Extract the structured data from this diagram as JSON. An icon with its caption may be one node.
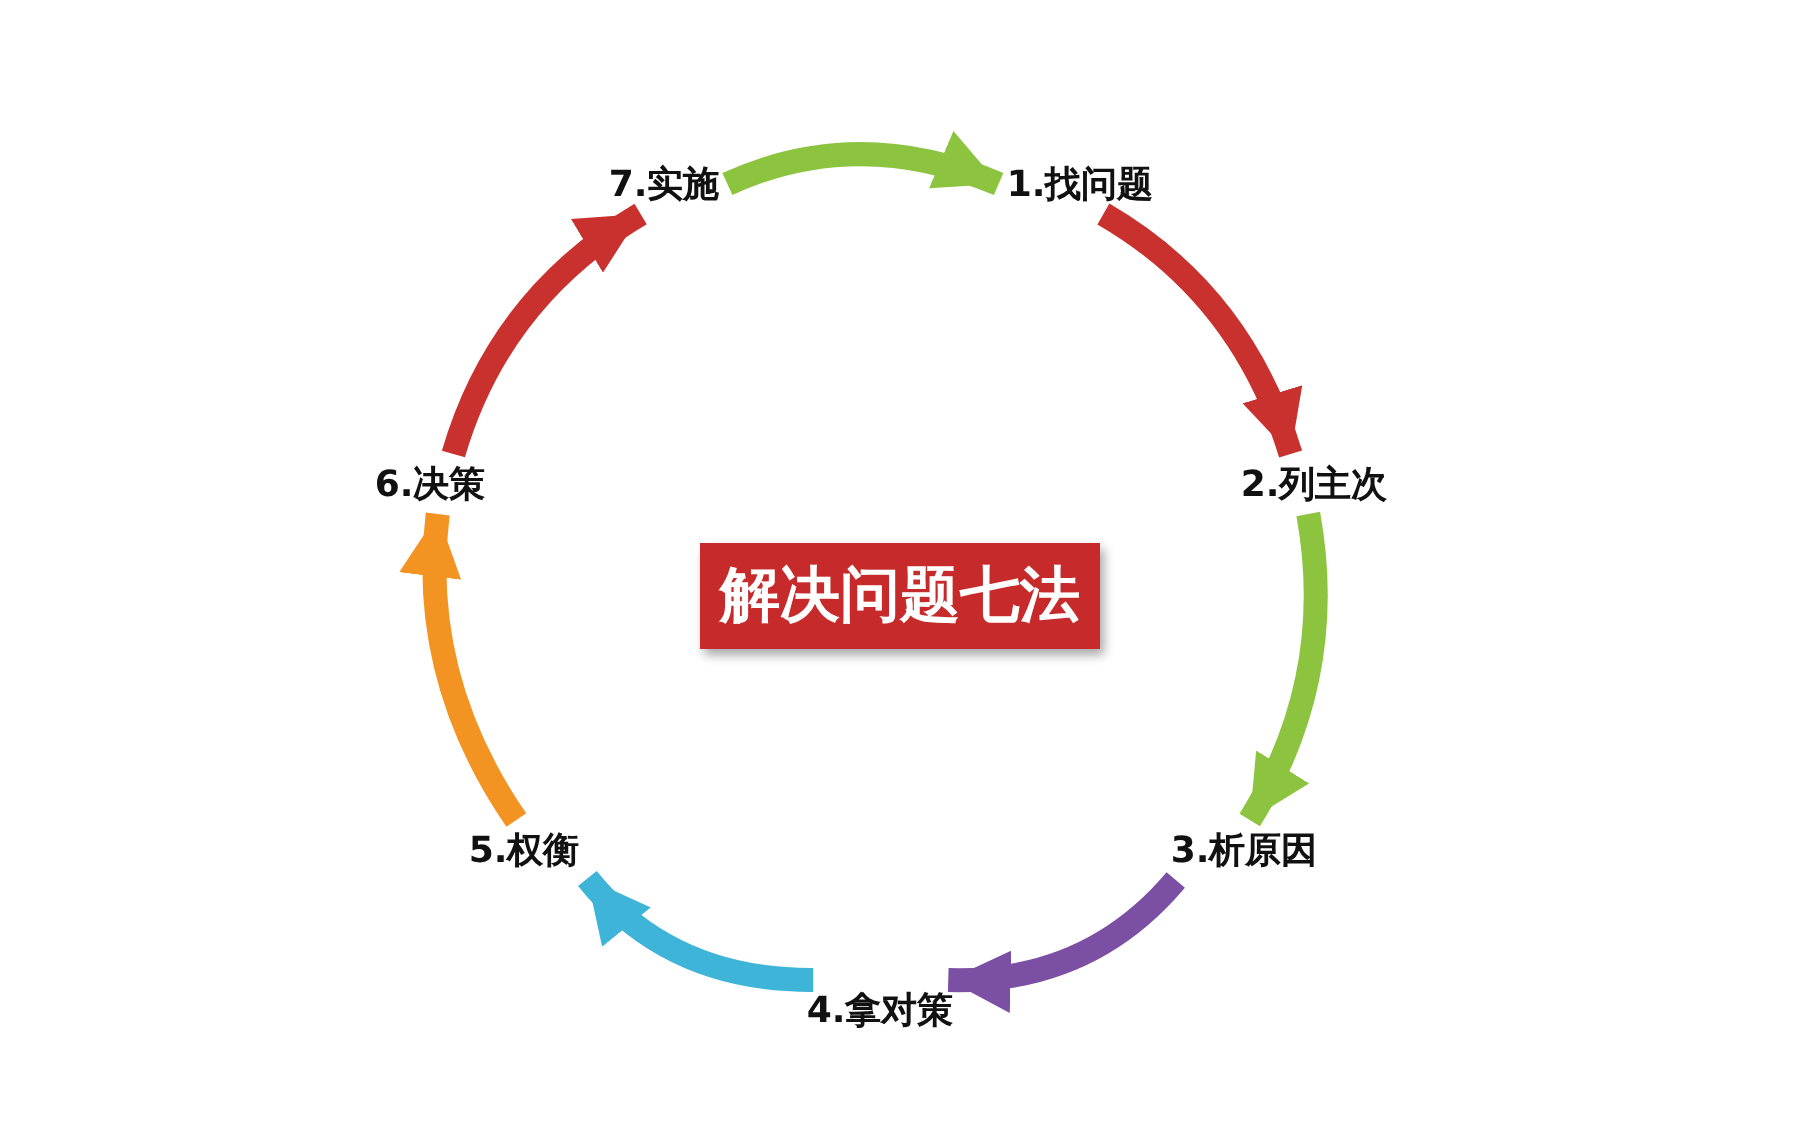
{
  "diagram": {
    "nodes": [
      {
        "text": [
          "解决问题七法"
        ]
      },
      {
        "text": [
          "1.找问题"
        ]
      },
      {
        "text": [
          "2.列主次"
        ]
      },
      {
        "text": [
          "3.析原因"
        ]
      },
      {
        "text": [
          "4.拿对策"
        ]
      },
      {
        "text": [
          "5.权衡"
        ]
      },
      {
        "text": [
          "6.决策"
        ]
      },
      {
        "text": [
          "7.实施"
        ]
      }
    ],
    "edges": [
      {
        "from": 7,
        "to": 1,
        "arrow": "to",
        "color": "#8dc43f"
      },
      {
        "from": 1,
        "to": 2,
        "arrow": "to",
        "color": "#c8312e"
      },
      {
        "from": 2,
        "to": 3,
        "arrow": "to",
        "color": "#8dc43f"
      },
      {
        "from": 3,
        "to": 4,
        "arrow": "to",
        "color": "#7b4fa3"
      },
      {
        "from": 4,
        "to": 5,
        "arrow": "to",
        "color": "#3db4d8"
      },
      {
        "from": 5,
        "to": 6,
        "arrow": "to",
        "color": "#f39322"
      },
      {
        "from": 6,
        "to": 7,
        "arrow": "to",
        "color": "#c8312e"
      }
    ]
  }
}
